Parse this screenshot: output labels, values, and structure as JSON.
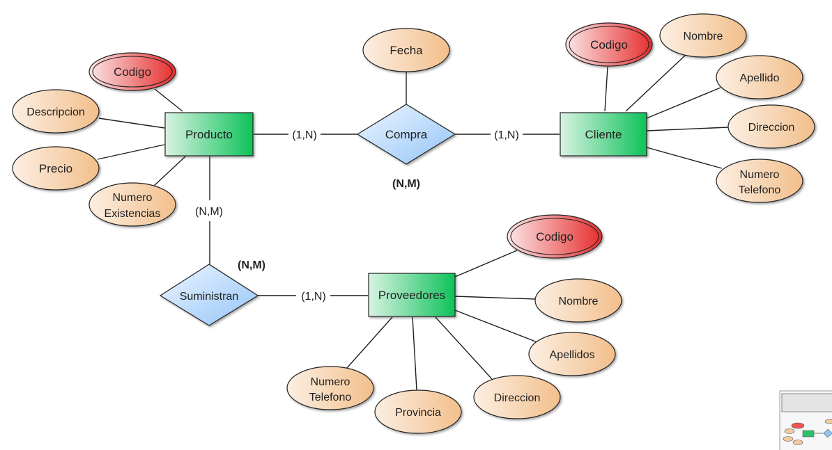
{
  "entities": {
    "producto": "Producto",
    "cliente": "Cliente",
    "proveedores": "Proveedores"
  },
  "relationships": {
    "compra": "Compra",
    "suministran": "Suministran"
  },
  "attributes": {
    "producto": {
      "codigo": "Codigo",
      "descripcion": "Descripcion",
      "precio": "Precio",
      "existencias_l1": "Numero",
      "existencias_l2": "Existencias"
    },
    "compra": {
      "fecha": "Fecha"
    },
    "cliente": {
      "codigo": "Codigo",
      "nombre": "Nombre",
      "apellido": "Apellido",
      "direccion": "Direccion",
      "telefono_l1": "Numero",
      "telefono_l2": "Telefono"
    },
    "proveedores": {
      "codigo": "Codigo",
      "nombre": "Nombre",
      "apellidos": "Apellidos",
      "direccion": "Direccion",
      "provincia": "Provincia",
      "telefono_l1": "Numero",
      "telefono_l2": "Telefono"
    }
  },
  "cardinalities": {
    "producto_compra": "(1,N)",
    "compra_cliente": "(1,N)",
    "compra_type": "(N,M)",
    "producto_suministran": "(N,M)",
    "suministran_type": "(N,M)",
    "suministran_proveedores": "(1,N)"
  },
  "colors": {
    "entity_fill_start": "#d8f3e2",
    "entity_fill_end": "#0ec25a",
    "relationship_fill_start": "#eef5ff",
    "relationship_fill_end": "#93c5f8",
    "attribute_fill_start": "#fcefe3",
    "attribute_fill_end": "#f2bf8b",
    "key_fill_start": "#fbe6e6",
    "key_fill_end": "#e62d2d"
  }
}
